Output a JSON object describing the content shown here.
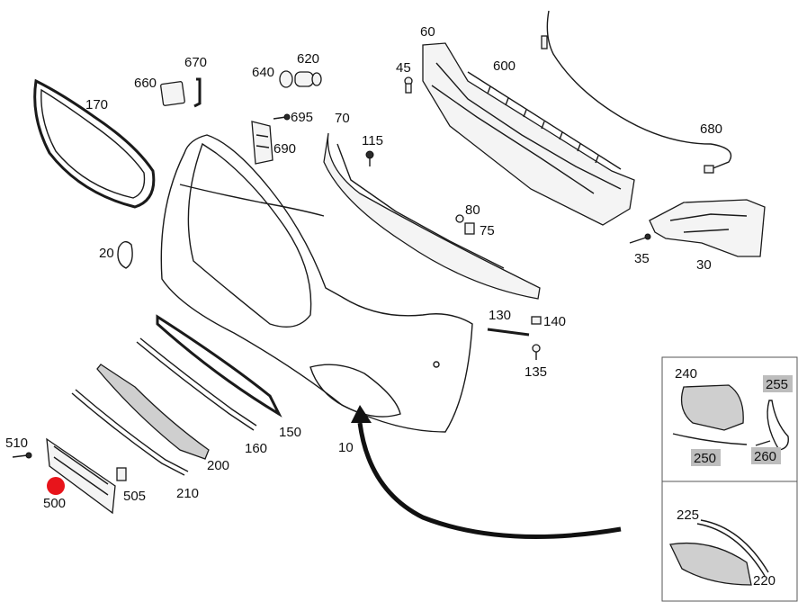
{
  "parts": {
    "p10": "10",
    "p20": "20",
    "p30": "30",
    "p35": "35",
    "p45": "45",
    "p60": "60",
    "p70": "70",
    "p75": "75",
    "p80": "80",
    "p115": "115",
    "p130": "130",
    "p135": "135",
    "p140": "140",
    "p150": "150",
    "p160": "160",
    "p170": "170",
    "p200": "200",
    "p210": "210",
    "p220": "220",
    "p225": "225",
    "p240": "240",
    "p250": "250",
    "p255": "255",
    "p260": "260",
    "p500": "500",
    "p505": "505",
    "p510": "510",
    "p600": "600",
    "p620": "620",
    "p640": "640",
    "p660": "660",
    "p670": "670",
    "p680": "680",
    "p690": "690",
    "p695": "695"
  },
  "colors": {
    "highlight_marker": "#e8141b",
    "label_highlight_bg": "#bdbdbd",
    "line": "#1a1a1a"
  },
  "selected_part": "500"
}
